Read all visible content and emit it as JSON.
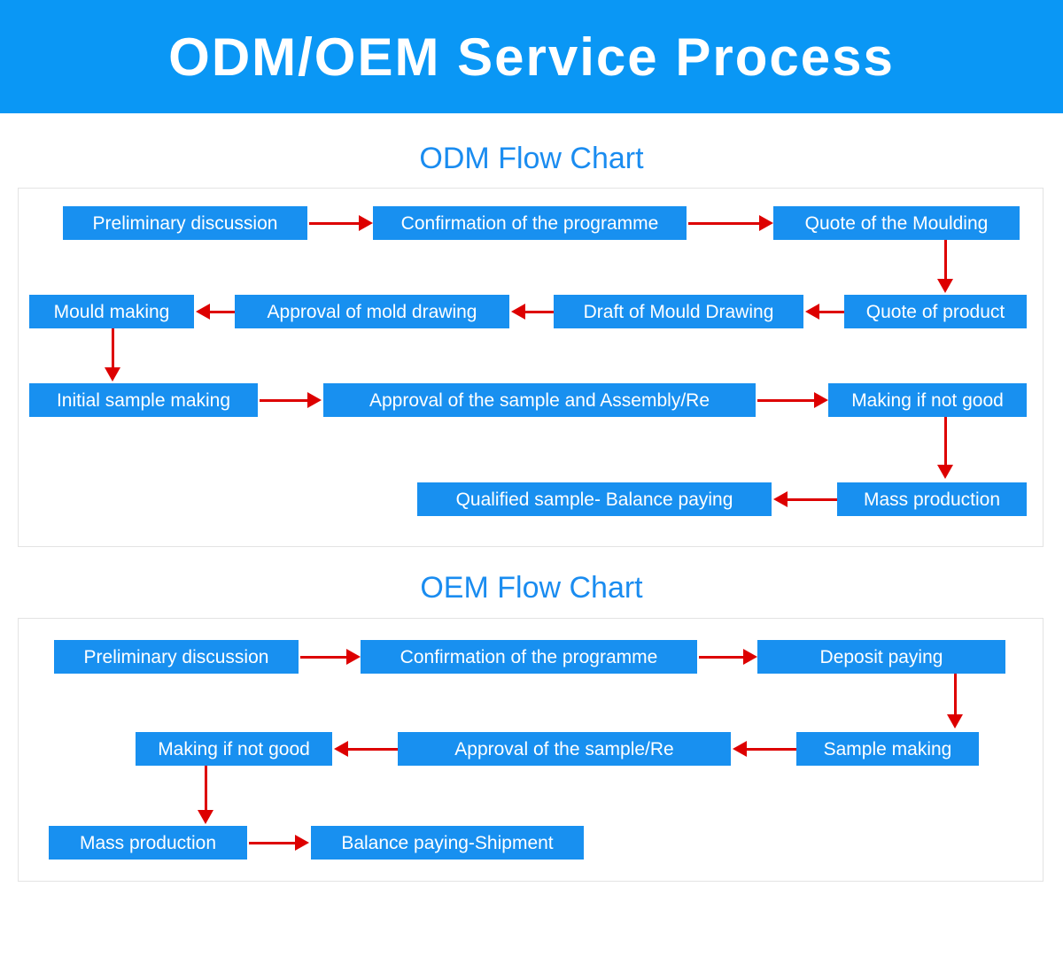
{
  "header": {
    "title": "ODM/OEM Service Process",
    "background_color": "#0a97f5",
    "text_color": "#ffffff"
  },
  "theme": {
    "box_color": "#1890f0",
    "box_text_color": "#ffffff",
    "arrow_color": "#dd0000",
    "title_color": "#1a8cf0",
    "panel_border_color": "#e3e3e3",
    "page_background": "#ffffff"
  },
  "sections": [
    {
      "id": "odm",
      "title": "ODM Flow Chart",
      "steps": [
        {
          "id": "odm-1",
          "label": "Preliminary discussion"
        },
        {
          "id": "odm-2",
          "label": "Confirmation of the programme"
        },
        {
          "id": "odm-3",
          "label": "Quote of the Moulding"
        },
        {
          "id": "odm-4",
          "label": "Quote of product"
        },
        {
          "id": "odm-5",
          "label": "Draft of Mould Drawing"
        },
        {
          "id": "odm-6",
          "label": "Approval of mold drawing"
        },
        {
          "id": "odm-7",
          "label": "Mould making"
        },
        {
          "id": "odm-8",
          "label": "Initial sample making"
        },
        {
          "id": "odm-9",
          "label": "Approval of the sample and Assembly/Re"
        },
        {
          "id": "odm-10",
          "label": "Making if not good"
        },
        {
          "id": "odm-11",
          "label": "Mass production"
        },
        {
          "id": "odm-12",
          "label": "Qualified sample- Balance paying"
        }
      ],
      "connections": [
        {
          "from": "odm-1",
          "to": "odm-2",
          "direction": "right"
        },
        {
          "from": "odm-2",
          "to": "odm-3",
          "direction": "right"
        },
        {
          "from": "odm-3",
          "to": "odm-4",
          "direction": "down"
        },
        {
          "from": "odm-4",
          "to": "odm-5",
          "direction": "left"
        },
        {
          "from": "odm-5",
          "to": "odm-6",
          "direction": "left"
        },
        {
          "from": "odm-6",
          "to": "odm-7",
          "direction": "left"
        },
        {
          "from": "odm-7",
          "to": "odm-8",
          "direction": "down"
        },
        {
          "from": "odm-8",
          "to": "odm-9",
          "direction": "right"
        },
        {
          "from": "odm-9",
          "to": "odm-10",
          "direction": "right"
        },
        {
          "from": "odm-10",
          "to": "odm-11",
          "direction": "down"
        },
        {
          "from": "odm-11",
          "to": "odm-12",
          "direction": "left"
        }
      ]
    },
    {
      "id": "oem",
      "title": "OEM Flow Chart",
      "steps": [
        {
          "id": "oem-1",
          "label": "Preliminary discussion"
        },
        {
          "id": "oem-2",
          "label": "Confirmation of the programme"
        },
        {
          "id": "oem-3",
          "label": "Deposit paying"
        },
        {
          "id": "oem-4",
          "label": "Sample making"
        },
        {
          "id": "oem-5",
          "label": "Approval of the sample/Re"
        },
        {
          "id": "oem-6",
          "label": "Making if not good"
        },
        {
          "id": "oem-7",
          "label": "Mass production"
        },
        {
          "id": "oem-8",
          "label": "Balance paying-Shipment"
        }
      ],
      "connections": [
        {
          "from": "oem-1",
          "to": "oem-2",
          "direction": "right"
        },
        {
          "from": "oem-2",
          "to": "oem-3",
          "direction": "right"
        },
        {
          "from": "oem-3",
          "to": "oem-4",
          "direction": "down"
        },
        {
          "from": "oem-4",
          "to": "oem-5",
          "direction": "left"
        },
        {
          "from": "oem-5",
          "to": "oem-6",
          "direction": "left"
        },
        {
          "from": "oem-6",
          "to": "oem-7",
          "direction": "down"
        },
        {
          "from": "oem-7",
          "to": "oem-8",
          "direction": "right"
        }
      ]
    }
  ]
}
